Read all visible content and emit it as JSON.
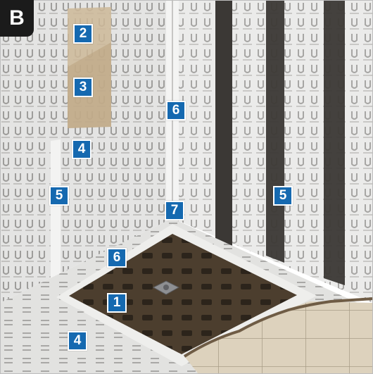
{
  "panel": {
    "letter": "B"
  },
  "callouts": [
    {
      "id": "c2",
      "label": "2"
    },
    {
      "id": "c3",
      "label": "3"
    },
    {
      "id": "c4a",
      "label": "4"
    },
    {
      "id": "c5a",
      "label": "5"
    },
    {
      "id": "c6a",
      "label": "6"
    },
    {
      "id": "c7",
      "label": "7"
    },
    {
      "id": "c5b",
      "label": "5"
    },
    {
      "id": "c6b",
      "label": "6"
    },
    {
      "id": "c1",
      "label": "1"
    },
    {
      "id": "c4b",
      "label": "4"
    }
  ],
  "colors": {
    "callout": "#1569b0",
    "membrane": "#ebebea",
    "dark_band": "#3b3835",
    "floor": "#4c3e2e",
    "tile": "#ddd2bd"
  }
}
